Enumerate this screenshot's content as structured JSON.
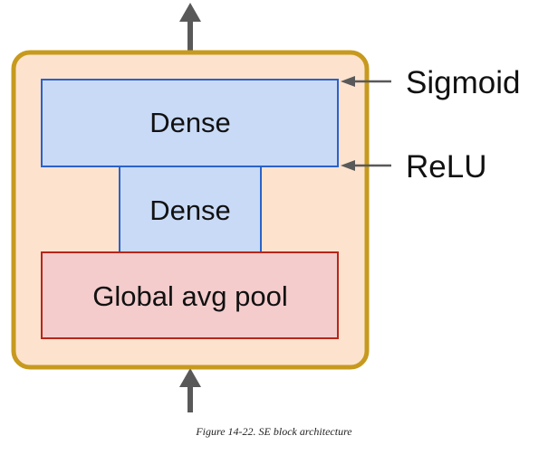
{
  "diagram": {
    "layers": {
      "top_dense": "Dense",
      "bottom_dense": "Dense",
      "pool": "Global avg pool"
    },
    "activations": {
      "sigmoid": "Sigmoid",
      "relu": "ReLU"
    },
    "colors": {
      "container_fill": "#fde3ce",
      "container_stroke": "#c79a1e",
      "dense_fill": "#c9daf7",
      "dense_stroke": "#2a62c9",
      "pool_fill": "#f4cccc",
      "pool_stroke": "#b7261a",
      "arrow": "#595959"
    }
  },
  "caption": "Figure 14-22. SE block architecture"
}
